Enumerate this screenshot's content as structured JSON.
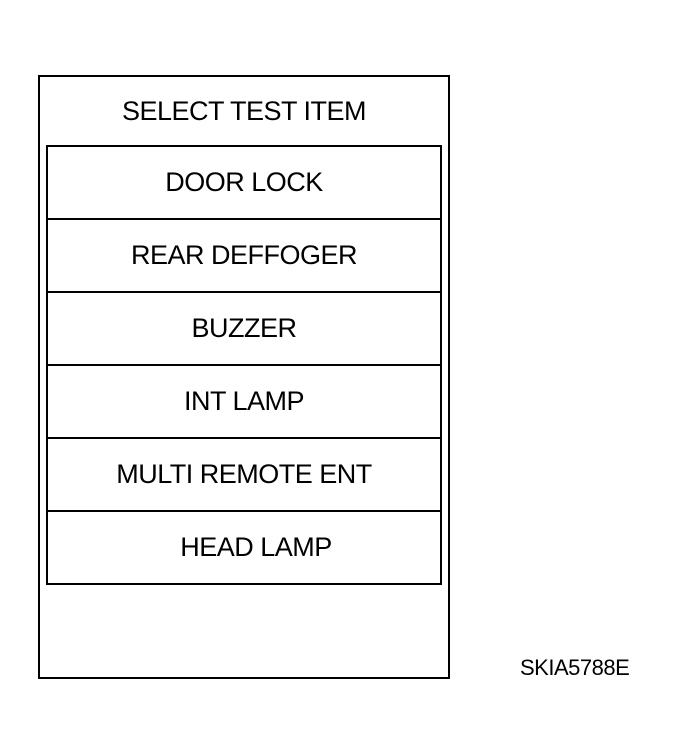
{
  "screen": {
    "title": "SELECT TEST ITEM",
    "items": [
      {
        "label": "DOOR LOCK"
      },
      {
        "label": "REAR DEFFOGER"
      },
      {
        "label": "BUZZER"
      },
      {
        "label": "INT LAMP"
      },
      {
        "label": "MULTI REMOTE ENT"
      },
      {
        "label": "HEAD LAMP"
      }
    ]
  },
  "figure_code": "SKIA5788E"
}
